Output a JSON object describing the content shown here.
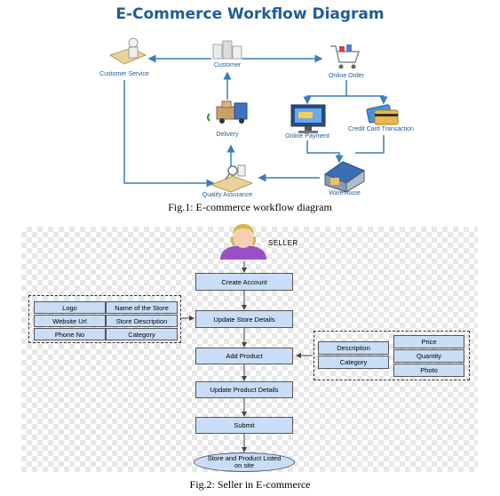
{
  "fig1": {
    "title": "E-Commerce Workflow Diagram",
    "caption": "Fig.1: E-commerce workflow diagram",
    "nodes": {
      "customer_service": "Customer Service",
      "customer": "Customer",
      "online_order": "Online Order",
      "online_payment": "Online Payment",
      "credit_card": "Credit Card Transaction",
      "delivery": "Delivery",
      "quality_assurance": "Quality Assurance",
      "warehouse": "Warehouse"
    }
  },
  "fig2": {
    "caption": "Fig.2: Seller in E-commerce",
    "seller_label": "SELLER",
    "flow": {
      "create_account": "Create Account",
      "update_store_details": "Update Store Details",
      "add_product": "Add  Product",
      "update_product_details": "Update Product Details",
      "submit": "Submit",
      "listed": "Store and Product Listed on site"
    },
    "store_fields": {
      "logo": "Logo",
      "name_of_store": "Name of the Store",
      "website_url": "Website Url",
      "store_description": "Store Description",
      "phone_no": "Phone No",
      "category": "Category"
    },
    "product_fields": {
      "description": "Description",
      "category": "Category",
      "price": "Price",
      "quantity": "Quantity",
      "photo": "Photo"
    }
  },
  "colors": {
    "title_blue": "#1f5d97",
    "arrow_blue": "#3b7db8",
    "box_fill": "#c9ddf7",
    "seller_purple": "#9b4fc6"
  }
}
